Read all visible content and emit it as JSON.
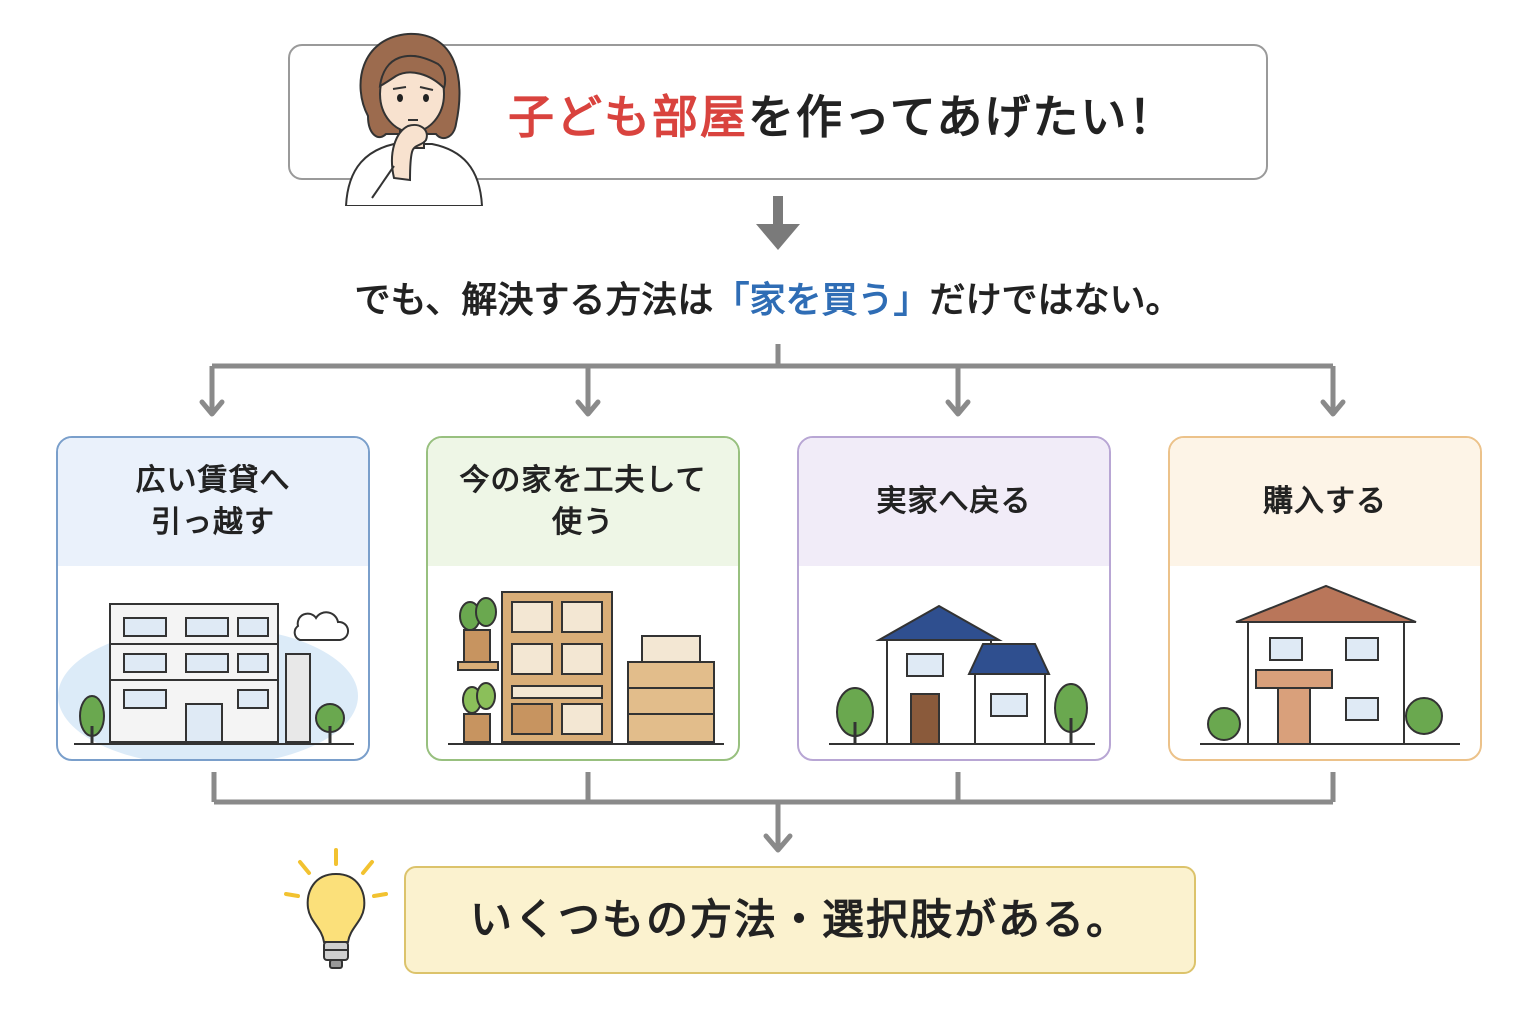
{
  "header": {
    "title_highlight": "子ども部屋",
    "title_rest": "を作ってあげたい！",
    "accent_color": "#d9433e"
  },
  "subheading": {
    "before": "でも、解決する方法は",
    "highlight": "「家を買う」",
    "after": "だけではない。",
    "accent_color": "#2f6db5"
  },
  "options": [
    {
      "title": "広い賃貸へ\n引っ越す",
      "icon": "apartment-building-icon",
      "color": "#7a9fcb"
    },
    {
      "title": "今の家を工夫して\n使う",
      "icon": "storage-furniture-icon",
      "color": "#98c07f"
    },
    {
      "title": "実家へ戻る",
      "icon": "family-home-icon",
      "color": "#b8a6d4"
    },
    {
      "title": "購入する",
      "icon": "new-house-icon",
      "color": "#ecc28a"
    }
  ],
  "conclusion": {
    "text": "いくつもの方法・選択肢がある。",
    "icon": "lightbulb-icon",
    "color": "#fbf2cf"
  },
  "illustrations": {
    "person": "thinking-woman-icon",
    "arrow": "down-arrow-icon"
  }
}
